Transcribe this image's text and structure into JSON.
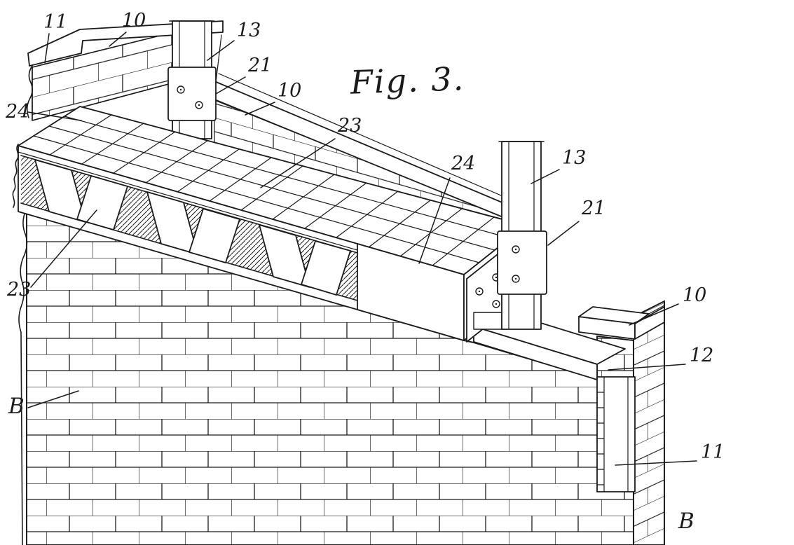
{
  "figure_title": "Fig. 3.",
  "ink_color": "#1b1b1b",
  "paper_color": "#ffffff",
  "reference_labels": {
    "label_11_top_left": "11",
    "label_10_top_left": "10",
    "label_13_left": "13",
    "label_21_left": "21",
    "label_10_back_coping": "10",
    "label_23_deck": "23",
    "label_24_left": "24",
    "label_24_right": "24",
    "label_13_right": "13",
    "label_21_right": "21",
    "label_10_right": "10",
    "label_12_right": "12",
    "label_23_truss": "23",
    "label_B_left": "B",
    "label_11_right": "11",
    "label_B_right": "B"
  }
}
